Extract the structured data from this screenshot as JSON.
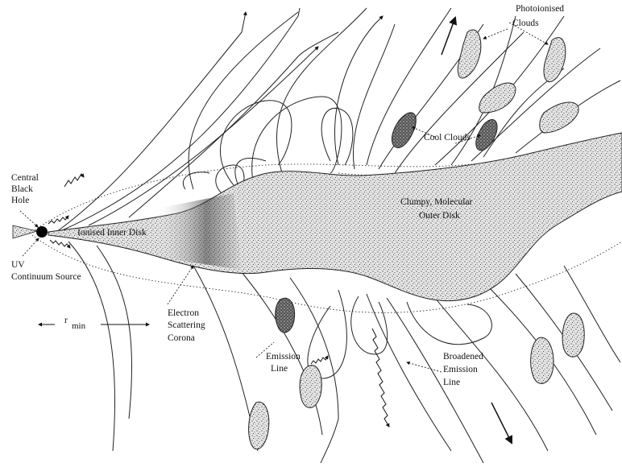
{
  "labels": {
    "central_black_hole": [
      "Central",
      "Black",
      "Hole"
    ],
    "uv_source": [
      "UV",
      "Continuum Source"
    ],
    "ionised_inner_disk": "Ionised Inner Disk",
    "photoionised_clouds": [
      "Photoionised",
      "Clouds"
    ],
    "cool_clouds": "Cool Clouds",
    "outer_disk": [
      "Clumpy, Molecular",
      "Outer Disk"
    ],
    "corona": [
      "Electron",
      "Scattering",
      "Corona"
    ],
    "emission_line": [
      "Emission",
      "Line"
    ],
    "broadened_line": [
      "Broadened",
      "Emission",
      "Line"
    ],
    "r_min": "r",
    "r_min_sub": "min"
  },
  "colors": {
    "ink": "#111111",
    "disk_fill": "#d9d9d9",
    "stipple": "#1a1a1a"
  }
}
